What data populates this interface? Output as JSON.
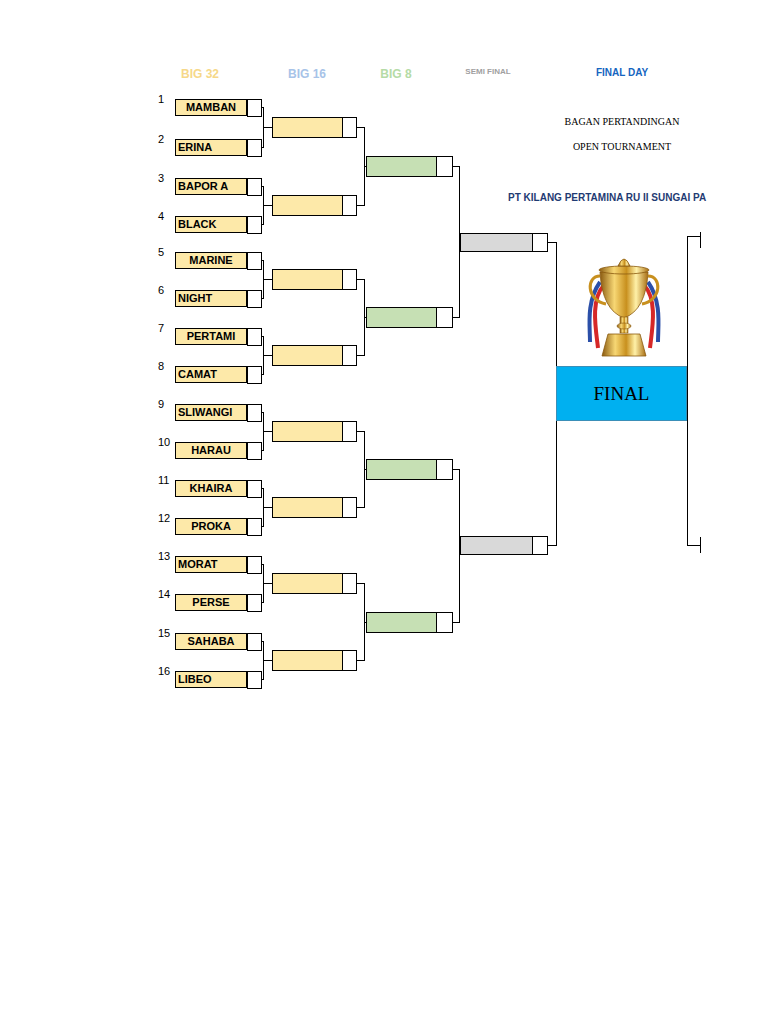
{
  "diagram": {
    "nodes": [
      {
        "text": [
          "MAMBAN"
        ]
      },
      {
        "text": [
          "ERINA"
        ]
      },
      {
        "text": [
          "BAPOR A"
        ]
      },
      {
        "text": [
          "BLACK"
        ]
      },
      {
        "text": [
          "MARINE"
        ]
      },
      {
        "text": [
          "NIGHT"
        ]
      },
      {
        "text": [
          "PERTAMI"
        ]
      },
      {
        "text": [
          "CAMAT"
        ]
      },
      {
        "text": [
          "SLIWANGI"
        ]
      },
      {
        "text": [
          "HARAU"
        ]
      },
      {
        "text": [
          "KHAIRA"
        ]
      },
      {
        "text": [
          "PROKA"
        ]
      },
      {
        "text": [
          "MORAT"
        ]
      },
      {
        "text": [
          "PERSE"
        ]
      },
      {
        "text": [
          "SAHABA"
        ]
      },
      {
        "text": [
          "LIBEO"
        ]
      },
      {
        "text": [
          "FINAL"
        ]
      }
    ],
    "labels": [
      "BIG 32",
      "BIG 16",
      "BIG 8",
      "SEMI FINAL",
      "FINAL DAY",
      "1",
      "2",
      "3",
      "4",
      "5",
      "6",
      "7",
      "8",
      "9",
      "10",
      "11",
      "12",
      "13",
      "14",
      "15",
      "16",
      "BAGAN PERTANDINGAN",
      "OPEN TOURNAMENT",
      "PT KILANG PERTAMINA RU II SUNGAI PA"
    ]
  }
}
